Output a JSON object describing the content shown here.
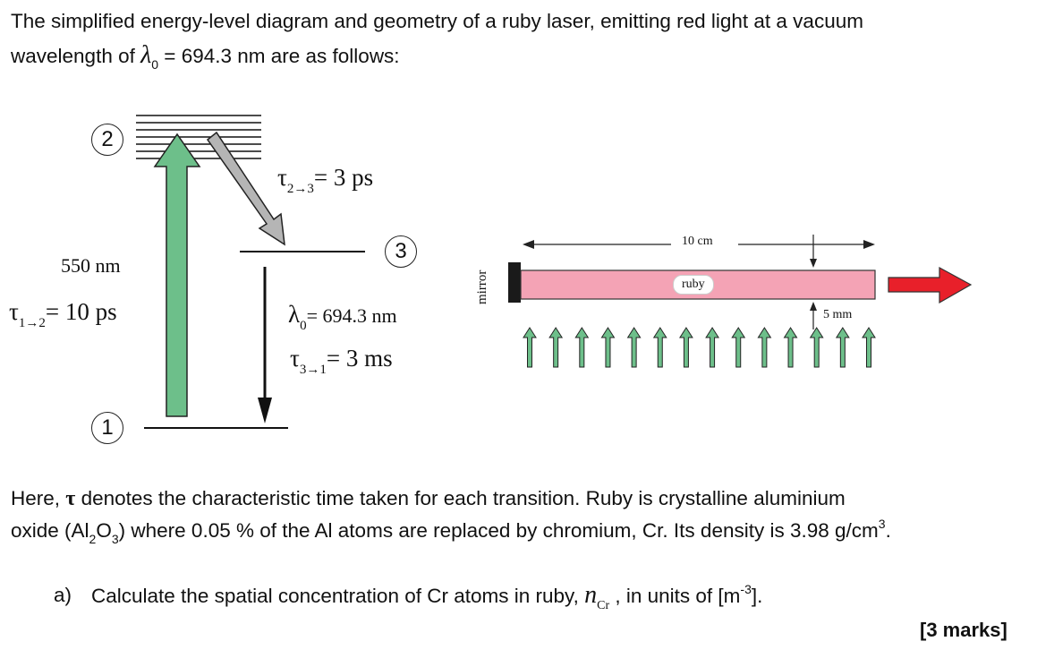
{
  "intro": {
    "line1": "The simplified energy-level diagram and geometry of a ruby laser, emitting red light at a vacuum",
    "line2_pre": "wavelength of ",
    "lambda": "λ",
    "lambda_sub": "0",
    "line2_post": " = 694.3 nm are as follows:"
  },
  "energy_diagram": {
    "level_2": "2",
    "level_3": "3",
    "level_1": "1",
    "pump_wavelength": "550 nm",
    "tau_12": {
      "sym": "τ",
      "sub": "1→2",
      "val": "= 10 ps"
    },
    "tau_23": {
      "sym": "τ",
      "sub": "2→3",
      "val": "= 3 ps"
    },
    "lambda_emit": {
      "sym": "λ",
      "sub": "0",
      "val": "= 694.3 nm"
    },
    "tau_31": {
      "sym": "τ",
      "sub": "3→1",
      "val": "= 3 ms"
    },
    "colors": {
      "pump_arrow": "#6dbf8a",
      "decay_arrow": "#b5b5b5",
      "lines": "#111111"
    }
  },
  "laser_geometry": {
    "mirror_label": "mirror",
    "length_label": "10 cm",
    "rod_label": "ruby",
    "thickness_label": "5 mm",
    "pump_arrow_count": 14,
    "colors": {
      "rod": "#f4a3b5",
      "output_arrow": "#e8202a",
      "pump_arrows": "#6dbf8a",
      "mirror": "#1a1a1a"
    }
  },
  "body": {
    "line1_pre": "Here, ",
    "tau": "τ",
    "line1_post": " denotes the characteristic time taken for each transition.  Ruby is crystalline aluminium",
    "line2_a": "oxide (Al",
    "sub2": "2",
    "line2_b": "O",
    "sub3": "3",
    "line2_c": ") where 0.05 % of the Al atoms are replaced by chromium, Cr. Its density is 3.98 g/cm",
    "sup3": "3",
    "line2_d": "."
  },
  "question": {
    "label": "a)",
    "text_pre": "Calculate the spatial concentration of Cr atoms in ruby, ",
    "n": "n",
    "n_sub": "Cr",
    "text_post": " , in units of [m",
    "unit_sup": "-3",
    "text_end": "].",
    "marks": "[3 marks]"
  }
}
